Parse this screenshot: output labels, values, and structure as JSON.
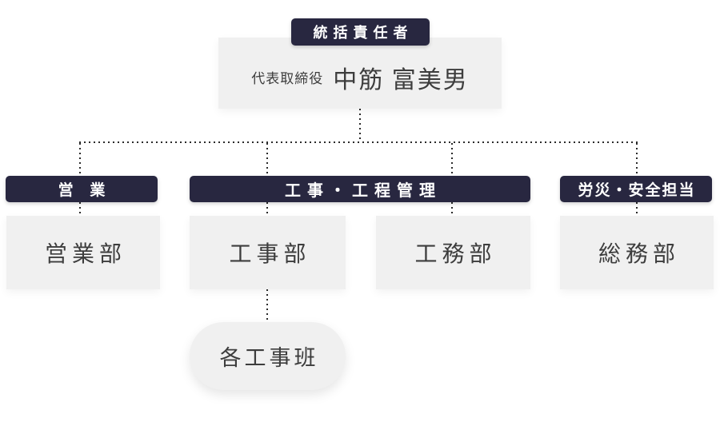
{
  "colors": {
    "badge_bg": "#282740",
    "badge_text": "#ffffff",
    "box_bg": "#f0f0f0",
    "box_text": "#3d3d3d",
    "line": "#2b2b2b",
    "page_bg": "#ffffff"
  },
  "org": {
    "root": {
      "badge": "統括責任者",
      "title": "代表取締役",
      "name": "中筋 富美男"
    },
    "branches": [
      {
        "badge": "営 業",
        "departments": [
          "営業部"
        ]
      },
      {
        "badge": "工事・工程管理",
        "departments": [
          "工事部",
          "工務部"
        ]
      },
      {
        "badge": "労災・安全担当",
        "departments": [
          "総務部"
        ]
      }
    ],
    "subunit": {
      "label": "各工事班",
      "parent": "工事部"
    }
  }
}
